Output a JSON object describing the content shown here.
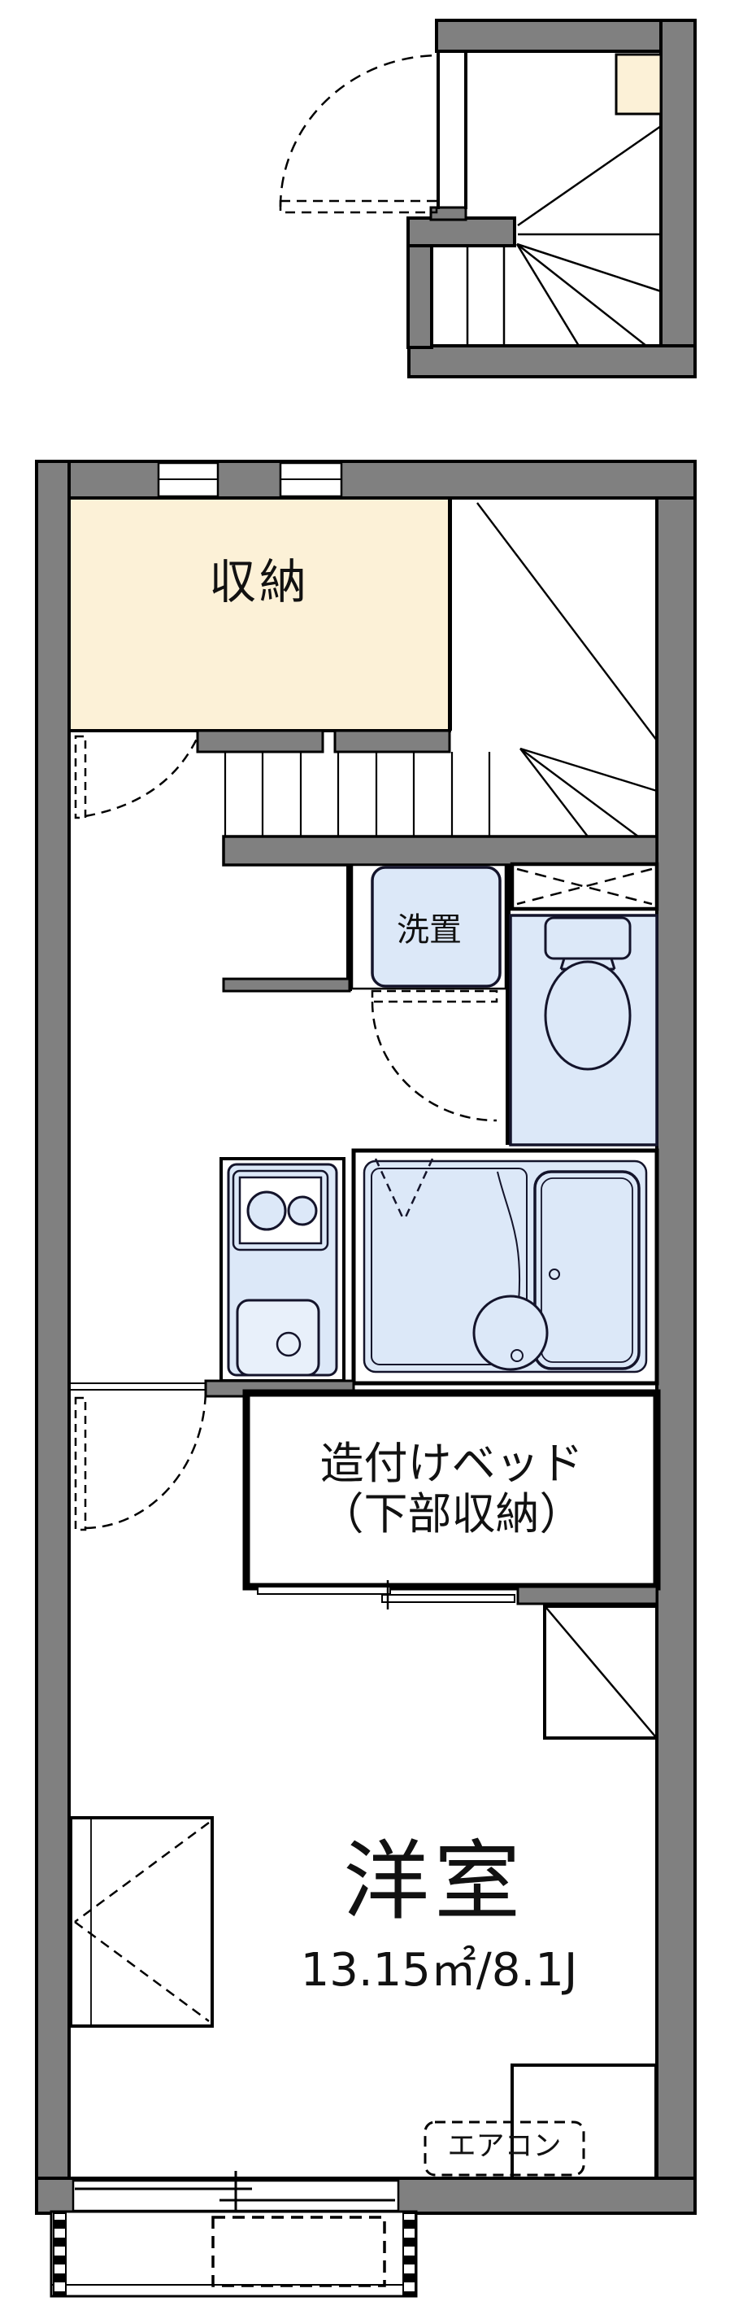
{
  "plan": {
    "type": "floor-plan",
    "labels": {
      "storage_room": "収納",
      "washer_space": "洗置",
      "built_in_bed_line1": "造付けベッド",
      "built_in_bed_line2": "（下部収納）",
      "main_room_name": "洋室",
      "main_room_area": "13.15㎡/8.1J",
      "air_conditioner": "エアコン"
    },
    "colors": {
      "wall": "#808080",
      "outline": "#000000",
      "fixture_fill": "#dce8f8",
      "fixture_line": "#14142b",
      "closet_fill": "#fcf1d7",
      "floor": "#ffffff",
      "text": "#111111"
    }
  }
}
